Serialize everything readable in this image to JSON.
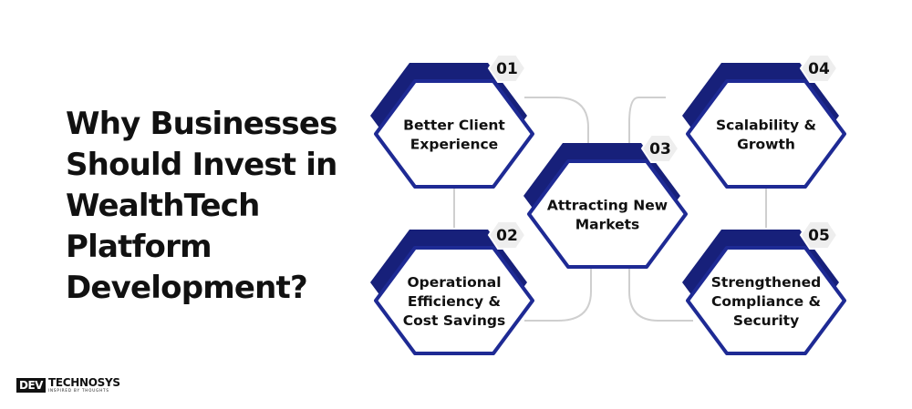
{
  "heading": {
    "lines": [
      "Why Businesses",
      "Should Invest in",
      "WealthTech",
      "Platform",
      "Development?"
    ]
  },
  "items": [
    {
      "number": "01",
      "lines": [
        "Better Client",
        "Experience"
      ]
    },
    {
      "number": "02",
      "lines": [
        "Operational",
        "Efficiency &",
        "Cost Savings"
      ]
    },
    {
      "number": "03",
      "lines": [
        "Attracting New",
        "Markets"
      ]
    },
    {
      "number": "04",
      "lines": [
        "Scalability &",
        "Growth"
      ]
    },
    {
      "number": "05",
      "lines": [
        "Strengthened",
        "Compliance &",
        "Security"
      ]
    }
  ],
  "logo": {
    "badge": "DEV",
    "name": "TECHNOSYS",
    "tagline": "INSPIRED BY THOUGHTS"
  },
  "colors": {
    "hex_border": "#1e2a94",
    "hex_tab": "#17207a",
    "connector": "#cfcfcf",
    "badge_fill": "#eeeeee",
    "text": "#111111"
  },
  "icons": [
    "hexagon-icon",
    "number-badge-icon"
  ]
}
